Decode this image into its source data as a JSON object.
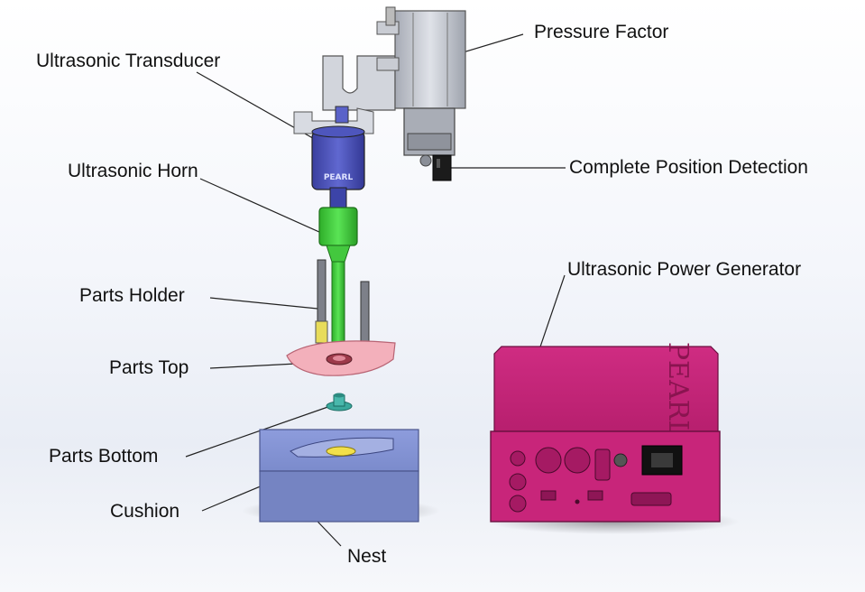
{
  "labels": {
    "ultrasonic_transducer": "Ultrasonic Transducer",
    "pressure_factor": "Pressure Factor",
    "ultrasonic_horn": "Ultrasonic Horn",
    "complete_position_detection": "Complete Position Detection",
    "ultrasonic_power_generator": "Ultrasonic Power Generator",
    "parts_holder": "Parts Holder",
    "parts_top": "Parts Top",
    "parts_bottom": "Parts Bottom",
    "cushion": "Cushion",
    "nest": "Nest"
  },
  "brand": {
    "transducer_logo": "PEARL",
    "generator_logo": "PEARL"
  },
  "colors": {
    "transducer": "#4a52b8",
    "horn": "#3fcf3a",
    "parts_top": "#f0a8b4",
    "parts_bottom": "#3aa89c",
    "cushion": "#f2e04a",
    "nest": "#7f8fce",
    "generator": "#c8257a",
    "actuator": "#bfc3cc"
  }
}
